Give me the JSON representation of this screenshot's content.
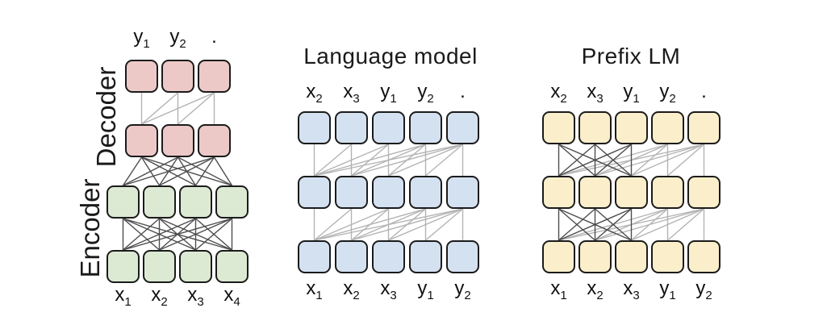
{
  "figure": {
    "colors": {
      "background": "#ffffff",
      "block_border": "#1b1b1b",
      "encoder_block": "#dcead3",
      "decoder_block": "#ecc9c7",
      "language_model_block": "#d4e1f1",
      "prefix_lm_block": "#faeecb",
      "full_attention_line": "#4d4d4d",
      "causal_attention_line": "#b3b3b3",
      "label_text": "#111111"
    },
    "diagrams": [
      {
        "name": "encoder-decoder",
        "title": "",
        "side_labels": [
          "Decoder",
          "Encoder"
        ],
        "output_labels": [
          {
            "base": "y",
            "sub": "1"
          },
          {
            "base": "y",
            "sub": "2"
          },
          {
            "base": ".",
            "sub": ""
          }
        ],
        "input_labels": [
          {
            "base": "x",
            "sub": "1"
          },
          {
            "base": "x",
            "sub": "2"
          },
          {
            "base": "x",
            "sub": "3"
          },
          {
            "base": "x",
            "sub": "4"
          }
        ],
        "encoder": {
          "rows": 2,
          "cols": 4,
          "attention": "fully-visible"
        },
        "decoder": {
          "rows": 2,
          "cols": 3,
          "attention": "causal"
        },
        "cross_attention": "fully-visible"
      },
      {
        "name": "language-model",
        "title": "Language model",
        "rows": 3,
        "cols": 5,
        "attention": "causal",
        "output_labels": [
          {
            "base": "x",
            "sub": "2"
          },
          {
            "base": "x",
            "sub": "3"
          },
          {
            "base": "y",
            "sub": "1"
          },
          {
            "base": "y",
            "sub": "2"
          },
          {
            "base": ".",
            "sub": ""
          }
        ],
        "input_labels": [
          {
            "base": "x",
            "sub": "1"
          },
          {
            "base": "x",
            "sub": "2"
          },
          {
            "base": "x",
            "sub": "3"
          },
          {
            "base": "y",
            "sub": "1"
          },
          {
            "base": "y",
            "sub": "2"
          }
        ]
      },
      {
        "name": "prefix-lm",
        "title": "Prefix LM",
        "rows": 3,
        "cols": 5,
        "attention": "prefix-causal",
        "prefix_length": 3,
        "output_labels": [
          {
            "base": "x",
            "sub": "2"
          },
          {
            "base": "x",
            "sub": "3"
          },
          {
            "base": "y",
            "sub": "1"
          },
          {
            "base": "y",
            "sub": "2"
          },
          {
            "base": ".",
            "sub": ""
          }
        ],
        "input_labels": [
          {
            "base": "x",
            "sub": "1"
          },
          {
            "base": "x",
            "sub": "2"
          },
          {
            "base": "x",
            "sub": "3"
          },
          {
            "base": "y",
            "sub": "1"
          },
          {
            "base": "y",
            "sub": "2"
          }
        ]
      }
    ]
  }
}
